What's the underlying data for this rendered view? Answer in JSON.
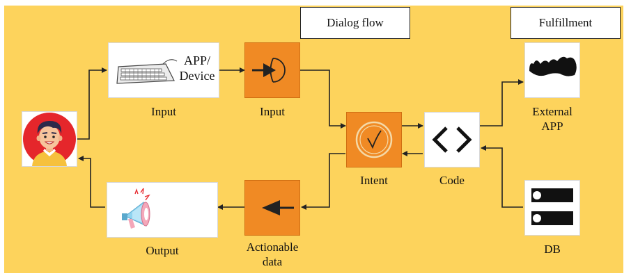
{
  "headers": {
    "dialog_flow": "Dialog flow",
    "fulfillment": "Fulfillment"
  },
  "nodes": {
    "app_device_text": "APP/\nDevice",
    "input_label_1": "Input",
    "input_label_2": "Input",
    "intent_label": "Intent",
    "code_label": "Code",
    "external_app_label": "External\nAPP",
    "db_label": "DB",
    "output_label": "Output",
    "actionable_label": "Actionable\ndata"
  },
  "colors": {
    "background": "#fdd35c",
    "orange_box": "#f08a24",
    "line": "#222222"
  },
  "icons": [
    "user-avatar-icon",
    "keyboard-icon",
    "input-arrow-icon",
    "checkmark-circle-icon",
    "code-brackets-icon",
    "cloud-icon",
    "database-icon",
    "megaphone-icon",
    "left-arrow-icon"
  ]
}
